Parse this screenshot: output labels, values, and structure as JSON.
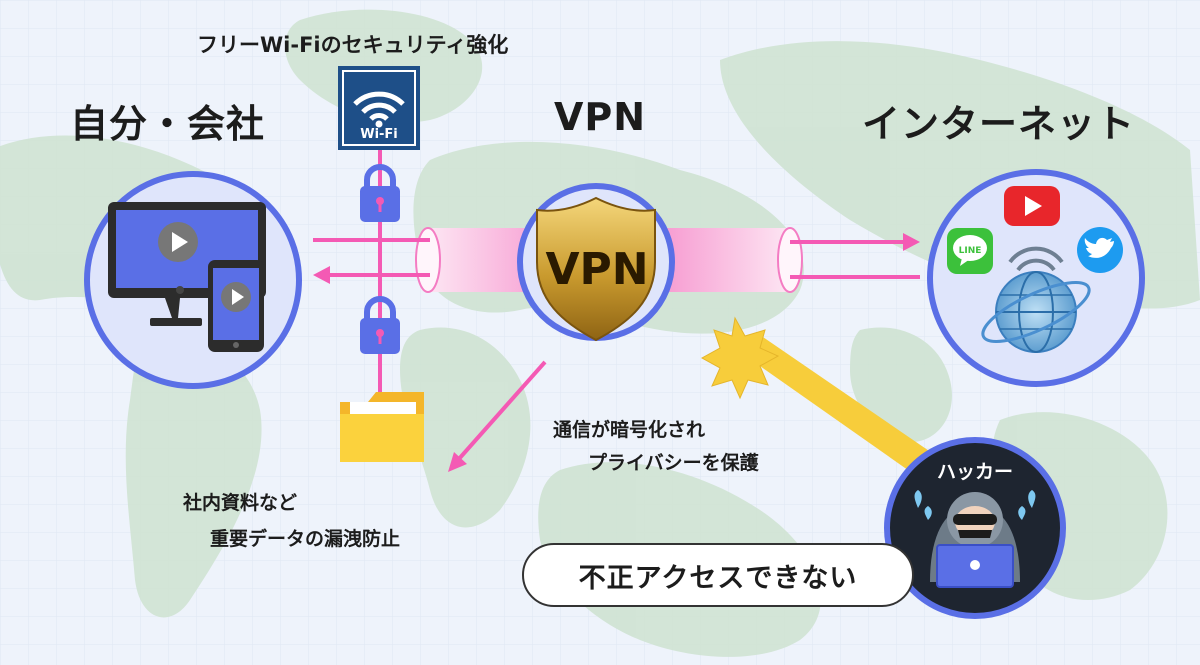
{
  "labels": {
    "self_company": "自分・会社",
    "vpn_heading": "VPN",
    "internet": "インターネット",
    "wifi_caption": "フリーWi-Fiのセキュリティ強化",
    "wifi_sign": "Wi-Fi",
    "vpn_badge": "VPN",
    "encrypted_line1": "通信が暗号化され",
    "encrypted_line2": "プライバシーを保護",
    "leak_line1": "社内資料など",
    "leak_line2": "重要データの漏洩防止",
    "hacker": "ハッカー",
    "no_access": "不正アクセスできない",
    "line_logo": "LINE"
  },
  "colors": {
    "accent_blue": "#5a6fe6",
    "pink": "#f45ab4",
    "gold": "#c99a2e",
    "wifi_navy": "#1e4f88",
    "hacker_bg": "#1e2530",
    "beam_yellow": "#f7cd3b"
  },
  "icons": [
    "monitor-icon",
    "smartphone-icon",
    "wifi-icon",
    "lock-icon",
    "folder-icon",
    "vpn-shield-icon",
    "youtube-icon",
    "line-icon",
    "twitter-icon",
    "globe-icon",
    "hacker-icon",
    "explosion-icon"
  ]
}
